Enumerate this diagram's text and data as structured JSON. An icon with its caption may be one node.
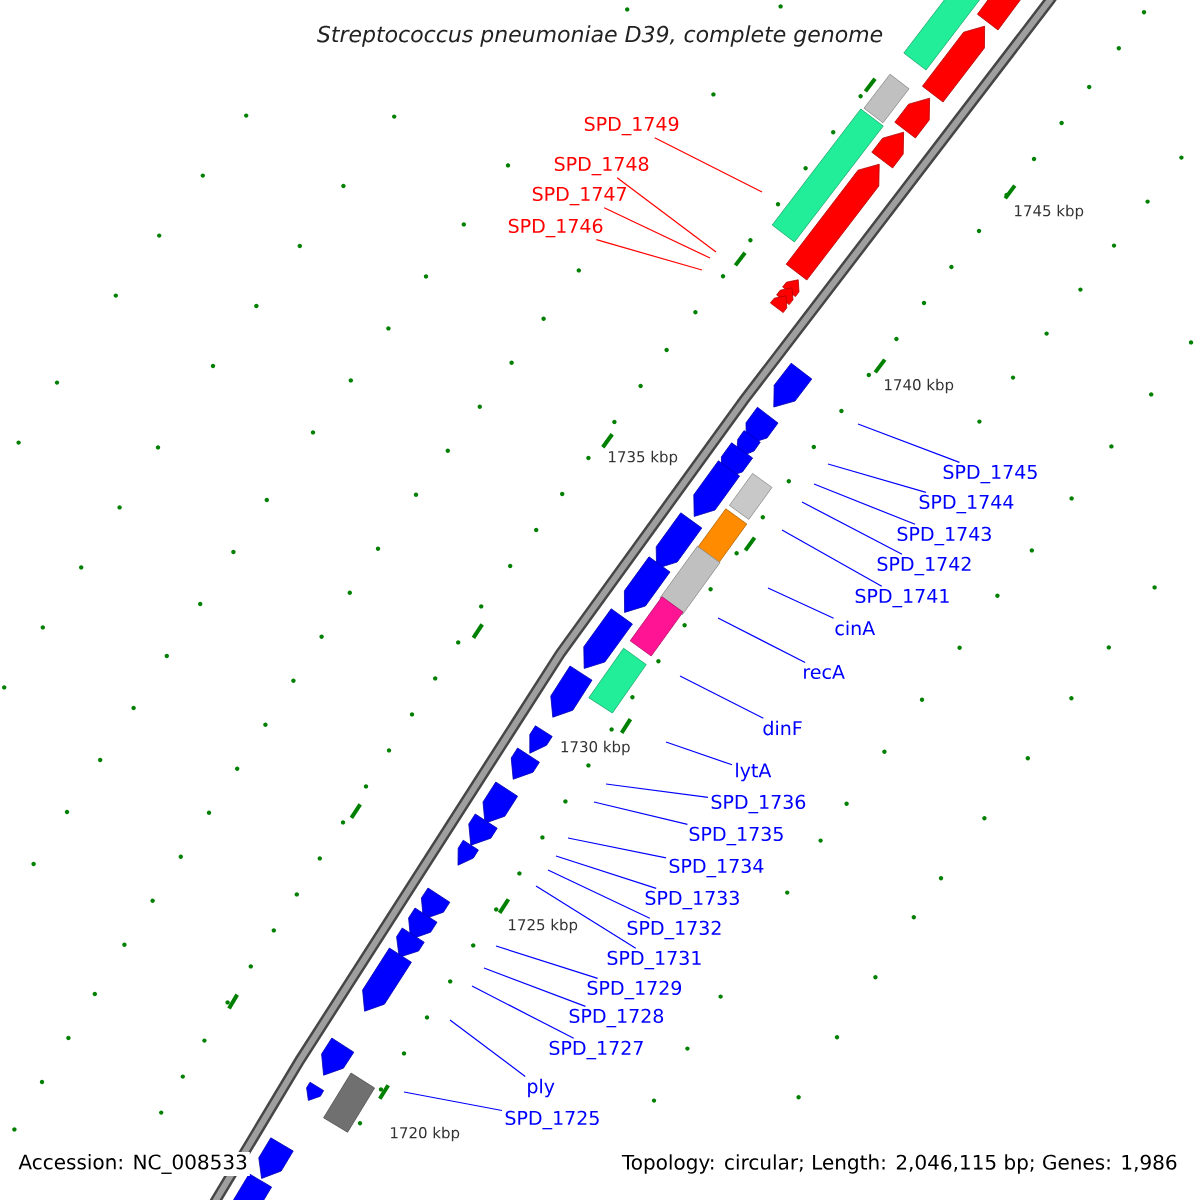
{
  "diagram": {
    "title": "Streptococcus pneumoniae D39, complete genome",
    "nodes": [
      {
        "text": [
          "SPD_1749"
        ]
      },
      {
        "text": [
          "SPD_1748"
        ]
      },
      {
        "text": [
          "SPD_1747"
        ]
      },
      {
        "text": [
          "SPD_1746"
        ]
      },
      {
        "text": [
          "SPD_1745"
        ]
      },
      {
        "text": [
          "SPD_1744"
        ]
      },
      {
        "text": [
          "SPD_1743"
        ]
      },
      {
        "text": [
          "SPD_1742"
        ]
      },
      {
        "text": [
          "SPD_1741"
        ]
      },
      {
        "text": [
          "cinA"
        ]
      },
      {
        "text": [
          "recA"
        ]
      },
      {
        "text": [
          "dinF"
        ]
      },
      {
        "text": [
          "lytA"
        ]
      },
      {
        "text": [
          "SPD_1736"
        ]
      },
      {
        "text": [
          "SPD_1735"
        ]
      },
      {
        "text": [
          "SPD_1734"
        ]
      },
      {
        "text": [
          "SPD_1733"
        ]
      },
      {
        "text": [
          "SPD_1732"
        ]
      },
      {
        "text": [
          "SPD_1731"
        ]
      },
      {
        "text": [
          "SPD_1729"
        ]
      },
      {
        "text": [
          "SPD_1728"
        ]
      },
      {
        "text": [
          "SPD_1727"
        ]
      },
      {
        "text": [
          "ply"
        ]
      },
      {
        "text": [
          "SPD_1725"
        ]
      }
    ],
    "edges": [
      {
        "from": 0,
        "to": null,
        "arrow": "none",
        "color": "#ff0000"
      },
      {
        "from": 1,
        "to": null,
        "arrow": "none",
        "color": "#ff0000"
      },
      {
        "from": 2,
        "to": null,
        "arrow": "none",
        "color": "#ff0000"
      },
      {
        "from": 3,
        "to": null,
        "arrow": "none",
        "color": "#ff0000"
      },
      {
        "from": 4,
        "to": null,
        "arrow": "none"
      },
      {
        "from": 5,
        "to": null,
        "arrow": "none"
      },
      {
        "from": 6,
        "to": null,
        "arrow": "none"
      },
      {
        "from": 7,
        "to": null,
        "arrow": "none"
      },
      {
        "from": 8,
        "to": null,
        "arrow": "none"
      },
      {
        "from": 9,
        "to": null,
        "arrow": "none"
      },
      {
        "from": 10,
        "to": null,
        "arrow": "none"
      },
      {
        "from": 11,
        "to": null,
        "arrow": "none"
      },
      {
        "from": 12,
        "to": null,
        "arrow": "none"
      },
      {
        "from": 13,
        "to": null,
        "arrow": "none"
      },
      {
        "from": 14,
        "to": null,
        "arrow": "none"
      },
      {
        "from": 15,
        "to": null,
        "arrow": "none"
      },
      {
        "from": 16,
        "to": null,
        "arrow": "none"
      },
      {
        "from": 17,
        "to": null,
        "arrow": "none"
      },
      {
        "from": 18,
        "to": null,
        "arrow": "none"
      },
      {
        "from": 19,
        "to": null,
        "arrow": "none"
      },
      {
        "from": 20,
        "to": null,
        "arrow": "none"
      },
      {
        "from": 21,
        "to": null,
        "arrow": "none"
      },
      {
        "from": 22,
        "to": null,
        "arrow": "none"
      },
      {
        "from": 23,
        "to": null,
        "arrow": "none"
      }
    ],
    "labels": [
      "1745 kbp",
      "1740 kbp",
      "1735 kbp",
      "1730 kbp",
      "1725 kbp",
      "1720 kbp",
      "Accession: NC_008533",
      "Topology: circular; Length: 2,046,115 bp; Genes: 1,986"
    ]
  }
}
